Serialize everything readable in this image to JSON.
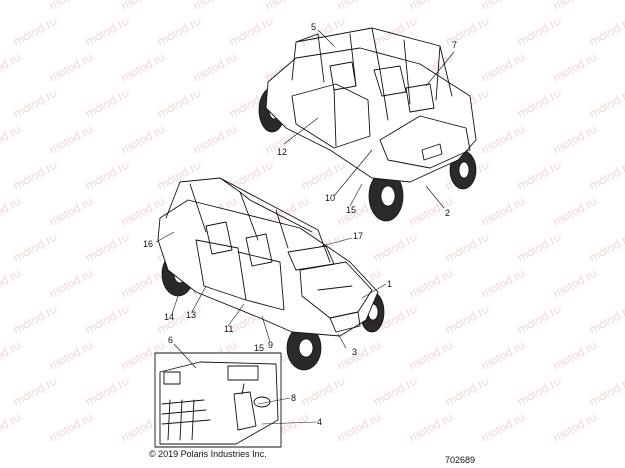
{
  "watermark": "motod.ru",
  "callouts": {
    "c1": "1",
    "c2": "2",
    "c3": "3",
    "c4": "4",
    "c5": "5",
    "c6": "6",
    "c7": "7",
    "c8": "8",
    "c9": "9",
    "c10": "10",
    "c11": "11",
    "c12": "12",
    "c13": "13",
    "c14": "14",
    "c15a": "15",
    "c15b": "15",
    "c16": "16",
    "c17": "17"
  },
  "footer": {
    "copyright": "© 2019 Polaris Industries Inc.",
    "part_number": "702689"
  }
}
